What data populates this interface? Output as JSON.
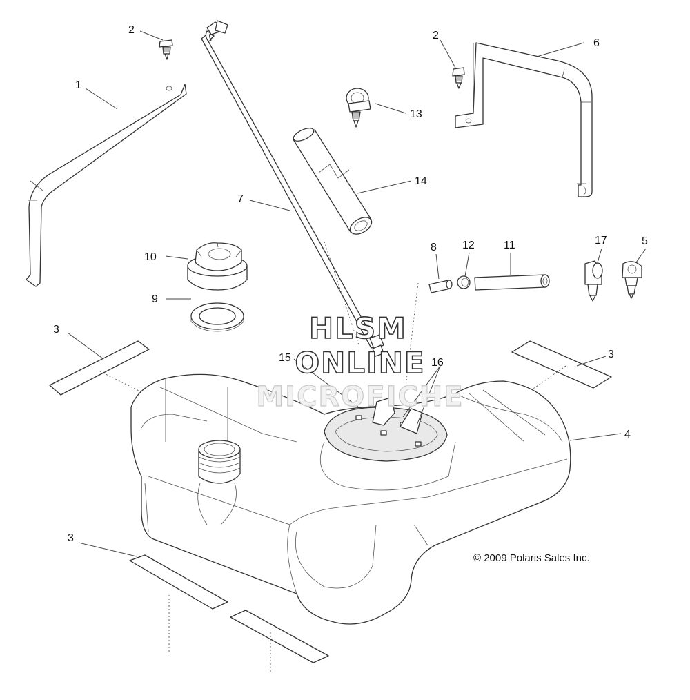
{
  "callouts": {
    "c1": "1",
    "c2a": "2",
    "c2b": "2",
    "c3a": "3",
    "c3b": "3",
    "c3c": "3",
    "c4": "4",
    "c5": "5",
    "c6": "6",
    "c7": "7",
    "c8": "8",
    "c9": "9",
    "c10": "10",
    "c11": "11",
    "c12": "12",
    "c13": "13",
    "c14": "14",
    "c15": "15",
    "c16": "16",
    "c17": "17"
  },
  "copyright": "© 2009 Polaris Sales Inc.",
  "watermark": {
    "line1": "HLSM",
    "line2": "ONLINE",
    "line3": "MICROFICHE"
  }
}
